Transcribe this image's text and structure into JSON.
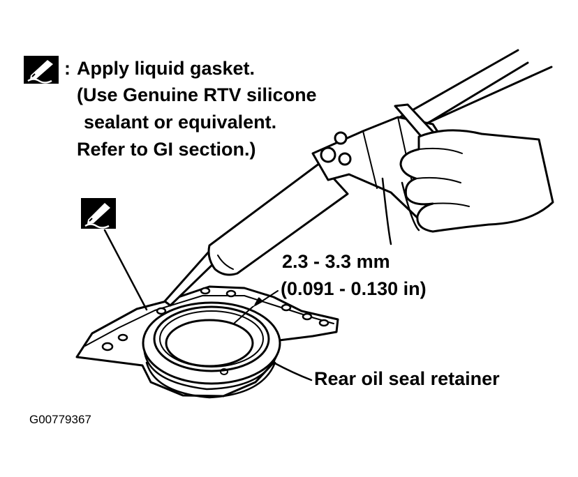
{
  "legend": {
    "icon": "liquid-gasket-icon",
    "separator": ":",
    "lines": [
      "Apply liquid gasket.",
      "(Use Genuine RTV silicone",
      "sealant or equivalent.",
      "Refer to GI section.)"
    ]
  },
  "dimension": {
    "metric": "2.3 - 3.3 mm",
    "imperial": "(0.091 - 0.130 in)"
  },
  "callouts": {
    "marker_icon": "liquid-gasket-icon",
    "part_label": "Rear oil seal retainer"
  },
  "figure_id": "G00779367"
}
